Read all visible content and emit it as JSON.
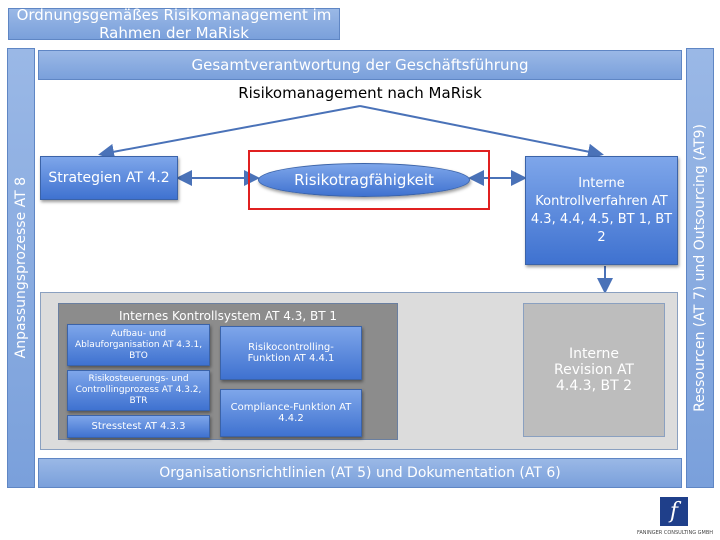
{
  "title": "Ordnungsgemäßes Risikomanagement im Rahmen der MaRisk",
  "left_bar": "Anpassungsprozesse AT 8",
  "right_bar": "Ressourcen (AT 7) und Outsourcing (AT9)",
  "top_bar": "Gesamtverantwortung der Geschäftsführung",
  "heading": "Risikomanagement nach MaRisk",
  "strategien": "Strategien AT 4.2",
  "risikotragfaehigkeit": "Risikotragfähigkeit",
  "kontrollverfahren": "Interne Kontrollverfahren AT 4.3, 4.4, 4.5, BT 1, BT 2",
  "iks": {
    "title": "Internes Kontrollsystem AT 4.3, BT 1",
    "aufbau": "Aufbau- und Ablauforganisation AT 4.3.1, BTO",
    "risikosteuerung": "Risikosteuerungs- und Controllingprozess AT 4.3.2, BTR",
    "stresstest": "Stresstest AT 4.3.3",
    "risikocontrolling": "Risikocontrolling-Funktion AT 4.4.1",
    "compliance": "Compliance-Funktion AT 4.4.2"
  },
  "revision": "Interne Revision AT 4.4.3, BT 2",
  "bottom_bar": "Organisationsrichtlinien (AT 5) und Dokumentation (AT 6)",
  "logo": {
    "glyph": "f",
    "text": "FANINGER CONSULTING GMBH"
  },
  "colors": {
    "highlight": "#e02020",
    "blue": "#4a7bd6"
  }
}
